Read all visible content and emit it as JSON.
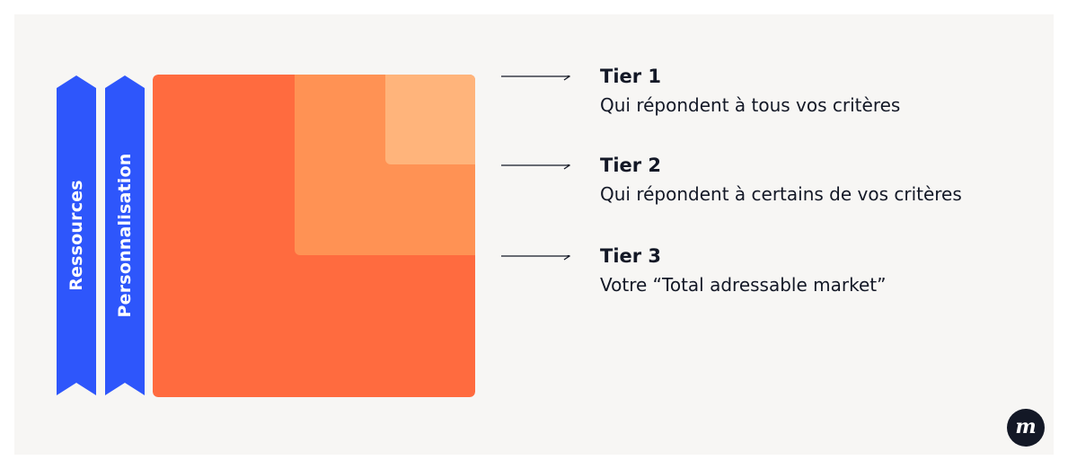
{
  "banners": [
    {
      "label": "Ressources",
      "color": "#2e56fb"
    },
    {
      "label": "Personnalisation",
      "color": "#2e56fb"
    }
  ],
  "tiers": [
    {
      "title": "Tier 1",
      "description": "Qui répondent à tous vos critères",
      "color": "#ffb47b"
    },
    {
      "title": "Tier 2",
      "description": "Qui répondent à certains de vos critères",
      "color": "#ff9254"
    },
    {
      "title": "Tier 3",
      "description": "Votre “Total adressable market”",
      "color": "#ff6b3f"
    }
  ],
  "logo": {
    "letter": "m"
  },
  "colors": {
    "background": "#f7f6f4",
    "text": "#131826",
    "arrow": "#131826"
  }
}
